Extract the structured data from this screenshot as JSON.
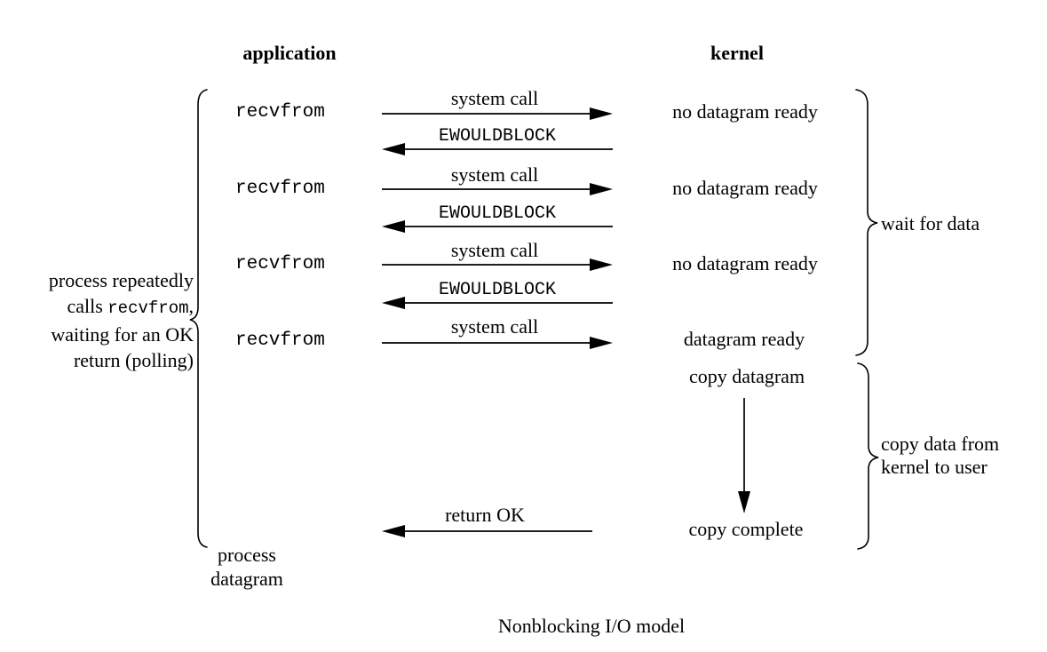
{
  "columns": {
    "application": "application",
    "kernel": "kernel"
  },
  "rows": [
    {
      "app": "recvfrom",
      "call": "system call",
      "result": "no datagram ready",
      "err": "EWOULDBLOCK"
    },
    {
      "app": "recvfrom",
      "call": "system call",
      "result": "no datagram ready",
      "err": "EWOULDBLOCK"
    },
    {
      "app": "recvfrom",
      "call": "system call",
      "result": "no datagram ready",
      "err": "EWOULDBLOCK"
    },
    {
      "app": "recvfrom",
      "call": "system call",
      "result": "datagram ready"
    }
  ],
  "left_note": {
    "line1": "process repeatedly",
    "line2_prefix": "calls ",
    "line2_code": "recvfrom",
    "line2_suffix": ",",
    "line3": "waiting for an OK",
    "line4": "return (polling)"
  },
  "copy_phase": {
    "copy_datagram": "copy datagram",
    "copy_complete": "copy complete",
    "return_label": "return OK",
    "process_line1": "process",
    "process_line2": "datagram"
  },
  "braces": {
    "wait_label": "wait for data",
    "copy_label_line1": "copy data from",
    "copy_label_line2": "kernel to user"
  },
  "caption": "Nonblocking I/O model",
  "colors": {
    "ink": "#000000",
    "background": "#ffffff"
  }
}
